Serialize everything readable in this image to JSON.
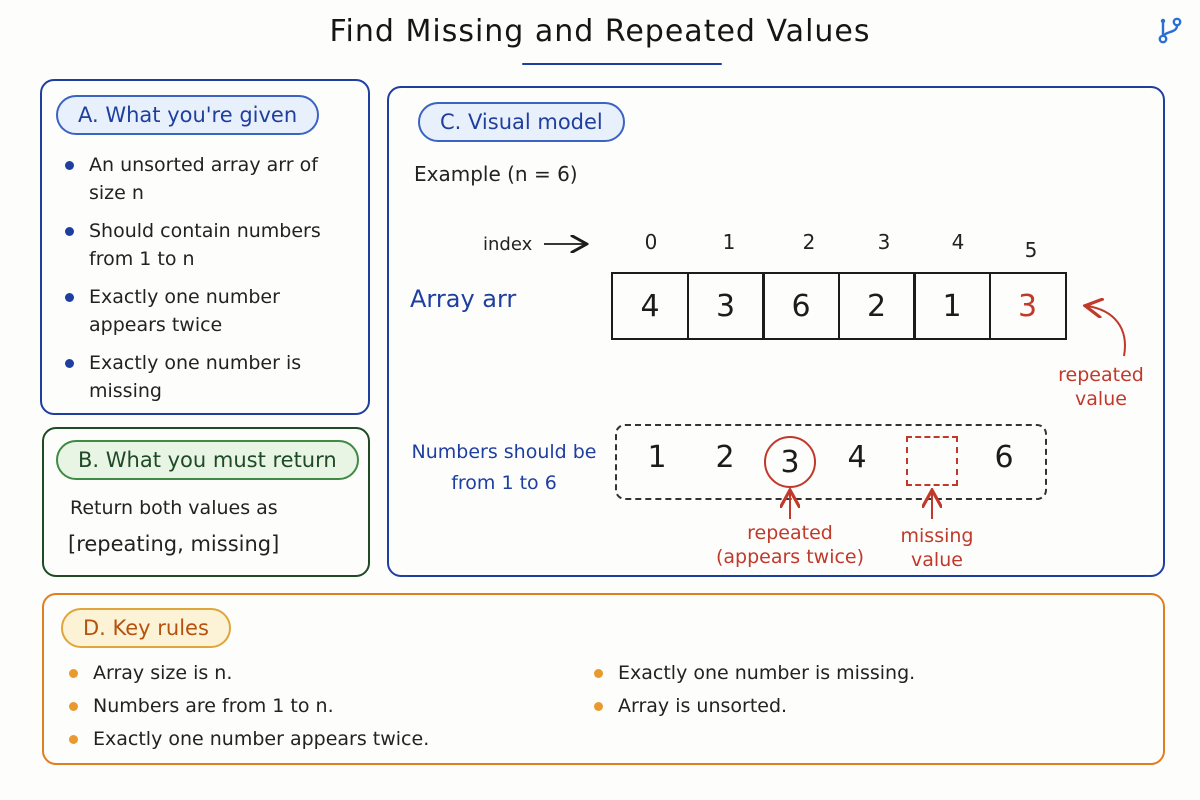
{
  "title": "Find Missing and Repeated Values",
  "colors": {
    "blue": "#1f3fa0",
    "green": "#1e4a26",
    "orange": "#e07f20",
    "red": "#c0392b"
  },
  "logo_icon": "branch-icon",
  "panel_a": {
    "heading": "A. What you're given",
    "items": [
      "An unsorted array arr of size n",
      "Should contain numbers from 1 to n",
      "Exactly one number appears twice",
      "Exactly one number is missing"
    ]
  },
  "panel_b": {
    "heading": "B. What you must return",
    "text": "Return both values as",
    "value": "[repeating, missing]"
  },
  "panel_c": {
    "heading": "C. Visual model",
    "example": "Example (n = 6)",
    "index_label": "index",
    "array_label": "Array arr",
    "indices": [
      "0",
      "1",
      "2",
      "3",
      "4",
      "5"
    ],
    "array_values": [
      "4",
      "3",
      "6",
      "2",
      "1",
      "3"
    ],
    "repeated_value_label": "repeated value",
    "expected_label": "Numbers should be from 1 to 6",
    "expected_numbers": [
      "1",
      "2",
      "3",
      "4",
      "",
      "6"
    ],
    "repeated_label": "repeated (appears twice)",
    "missing_label": "missing value"
  },
  "panel_d": {
    "heading": "D. Key rules",
    "rules_left": [
      "Array size is n.",
      "Numbers are from 1 to n.",
      "Exactly one number appears twice."
    ],
    "rules_right": [
      "Exactly one number is missing.",
      "Array is unsorted."
    ]
  }
}
